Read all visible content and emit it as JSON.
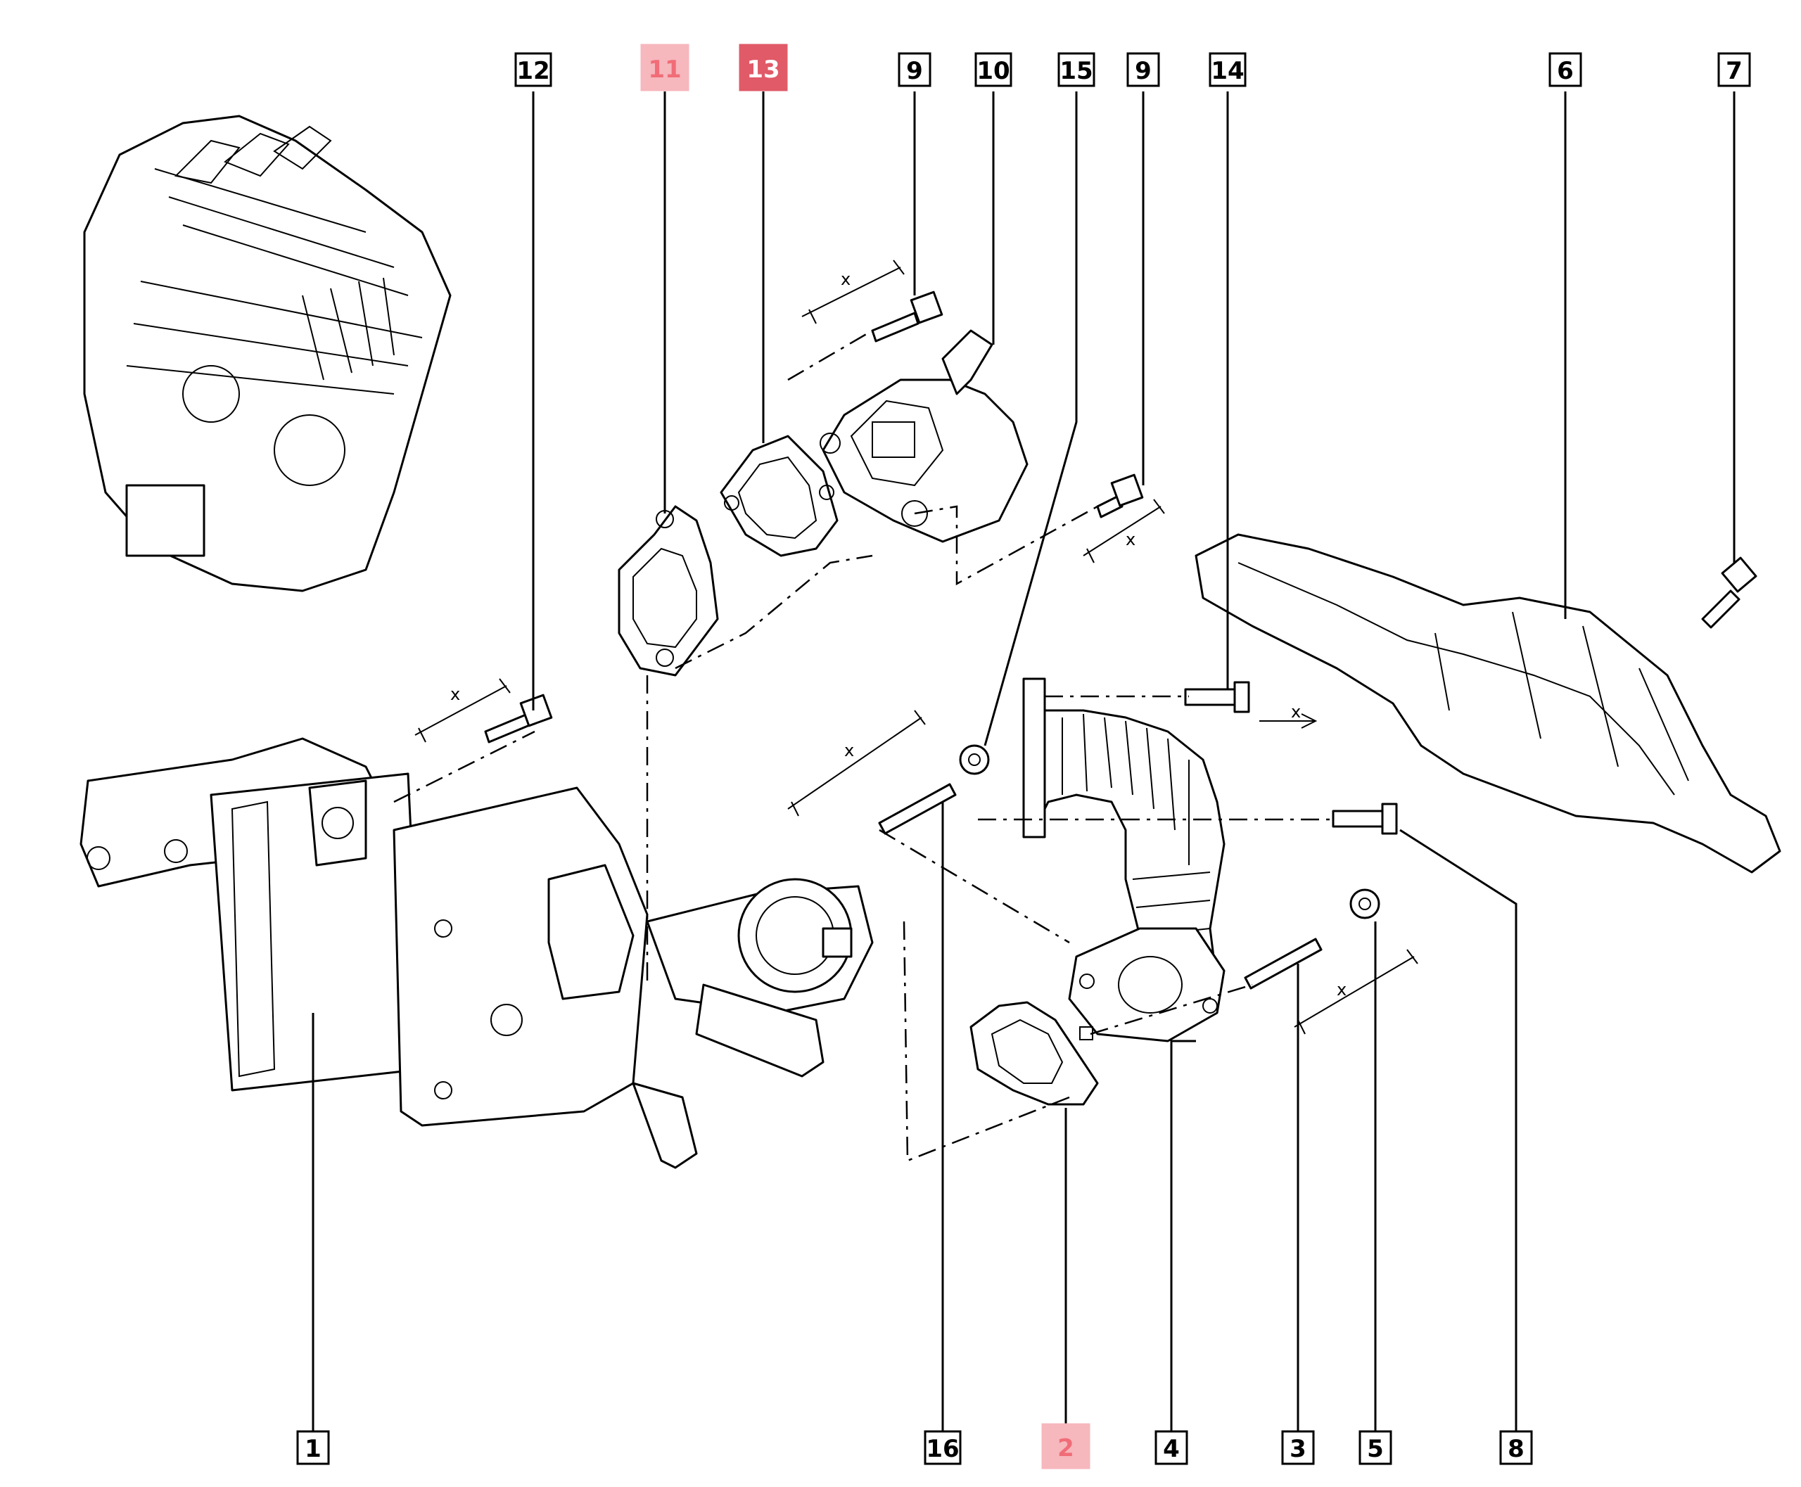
{
  "callouts": {
    "c12": {
      "label": "12"
    },
    "c11": {
      "label": "11"
    },
    "c13": {
      "label": "13"
    },
    "c9a": {
      "label": "9"
    },
    "c10": {
      "label": "10"
    },
    "c15": {
      "label": "15"
    },
    "c9b": {
      "label": "9"
    },
    "c14": {
      "label": "14"
    },
    "c6": {
      "label": "6"
    },
    "c7": {
      "label": "7"
    },
    "c1": {
      "label": "1"
    },
    "c16": {
      "label": "16"
    },
    "c2": {
      "label": "2"
    },
    "c4": {
      "label": "4"
    },
    "c3": {
      "label": "3"
    },
    "c5": {
      "label": "5"
    },
    "c8": {
      "label": "8"
    }
  },
  "dimension_marks": {
    "d1": "x",
    "d2": "x",
    "d3": "x",
    "d4": "x",
    "d5": "x",
    "d6": "x"
  },
  "highlight_colors": {
    "strong": "#e05a68",
    "light": "#f6b7bd"
  }
}
